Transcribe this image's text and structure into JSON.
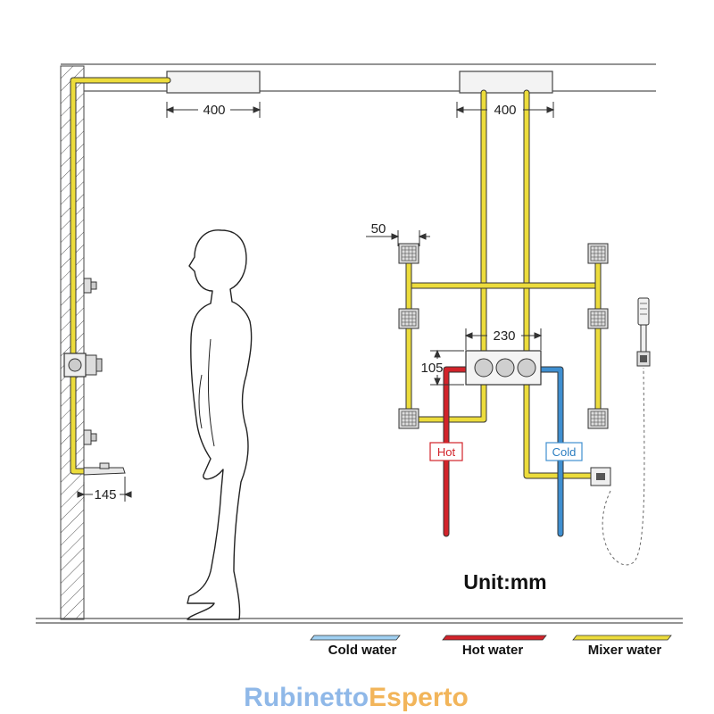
{
  "dimensions": {
    "wall_shower_width": "400",
    "ceiling_shower_width": "400",
    "body_jet_width": "50",
    "valve_width": "230",
    "valve_height": "105",
    "spout_projection": "145"
  },
  "labels": {
    "hot": "Hot",
    "cold": "Cold",
    "unit": "Unit:mm"
  },
  "legend": {
    "cold": "Cold water",
    "hot": "Hot water",
    "mixer": "Mixer water"
  },
  "brand": {
    "part1": "Rubinetto",
    "part2": "Esperto"
  },
  "colors": {
    "cold": "#3f8fd0",
    "hot": "#d2232a",
    "mixer": "#ecdc3c",
    "cold_legend": "#9fd0f2",
    "brand_part1": "#8fb8e8",
    "brand_part2": "#f2b55a"
  }
}
